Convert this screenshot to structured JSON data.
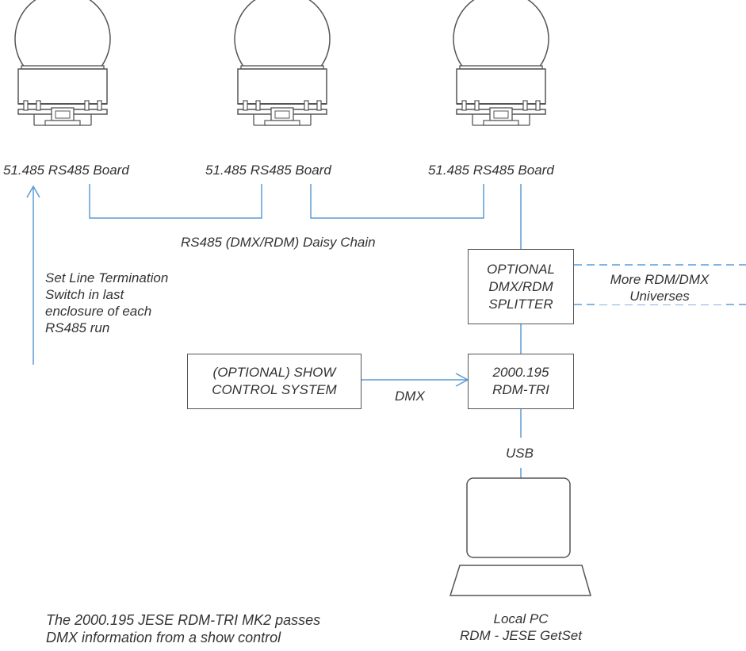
{
  "colors": {
    "connector": "#5b9bd5",
    "outline": "#555555",
    "text": "#333333"
  },
  "enclosures": [
    {
      "label": "51.485 RS485 Board"
    },
    {
      "label": "51.485 RS485 Board"
    },
    {
      "label": "51.485 RS485 Board"
    }
  ],
  "daisy_chain_label": "RS485 (DMX/RDM) Daisy Chain",
  "termination_note": {
    "lines": [
      "Set Line Termination",
      "Switch in last",
      "enclosure of each",
      "RS485 run"
    ]
  },
  "splitter": {
    "lines": [
      "OPTIONAL",
      "DMX/RDM",
      "SPLITTER"
    ]
  },
  "more_universes": {
    "lines": [
      "More RDM/DMX",
      "Universes"
    ]
  },
  "show_control": {
    "lines": [
      "(OPTIONAL) SHOW",
      "CONTROL SYSTEM"
    ]
  },
  "dmx_label": "DMX",
  "rdm_tri": {
    "lines": [
      "2000.195",
      "RDM-TRI"
    ]
  },
  "usb_label": "USB",
  "pc": {
    "lines": [
      "Local PC",
      "RDM - JESE GetSet"
    ]
  },
  "footnote": {
    "lines": [
      "The 2000.195 JESE RDM-TRI MK2 passes",
      "DMX information from a show control"
    ]
  }
}
